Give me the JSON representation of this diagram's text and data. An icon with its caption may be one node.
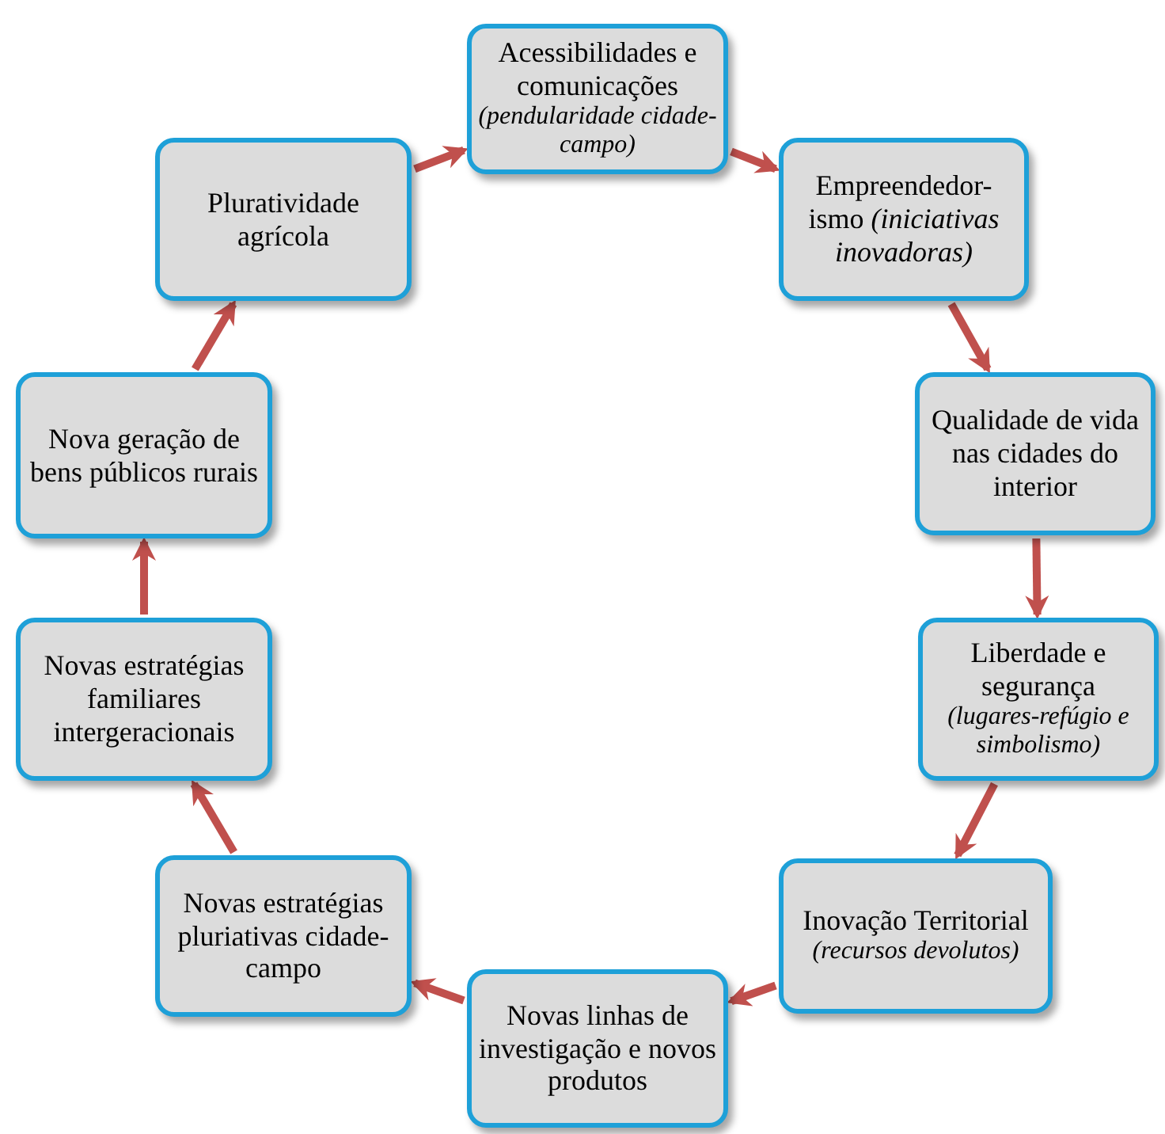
{
  "diagram": {
    "nodes": [
      {
        "text": [
          "Acessibilidades e comunicações",
          "(pendularidade cidade-campo)"
        ]
      },
      {
        "text": [
          "Empreendedor- ismo *(iniciativas inovadoras)*"
        ]
      },
      {
        "text": [
          "Qualidade de vida nas cidades do interior"
        ]
      },
      {
        "text": [
          "Liberdade e segurança",
          "(lugares-refúgio e simbolismo)"
        ]
      },
      {
        "text": [
          "Inovação Territorial",
          "(recursos devolutos)"
        ]
      },
      {
        "text": [
          "Novas linhas de investigação e novos produtos"
        ]
      },
      {
        "text": [
          "Novas estratégias pluriativas cidade-campo"
        ]
      },
      {
        "text": [
          "Novas estratégias familiares intergeracionais"
        ]
      },
      {
        "text": [
          "Nova geração de bens públicos rurais"
        ]
      },
      {
        "text": [
          "Pluratividade agrícola"
        ]
      }
    ],
    "edges": [
      {
        "from": 9,
        "to": 0,
        "arrow": "to"
      },
      {
        "from": 0,
        "to": 1,
        "arrow": "to"
      },
      {
        "from": 1,
        "to": 2,
        "arrow": "to"
      },
      {
        "from": 2,
        "to": 3,
        "arrow": "to"
      },
      {
        "from": 3,
        "to": 4,
        "arrow": "to"
      },
      {
        "from": 4,
        "to": 5,
        "arrow": "to"
      },
      {
        "from": 5,
        "to": 6,
        "arrow": "to"
      },
      {
        "from": 6,
        "to": 7,
        "arrow": "to"
      },
      {
        "from": 7,
        "to": 8,
        "arrow": "to"
      },
      {
        "from": 8,
        "to": 9,
        "arrow": "to"
      }
    ]
  }
}
